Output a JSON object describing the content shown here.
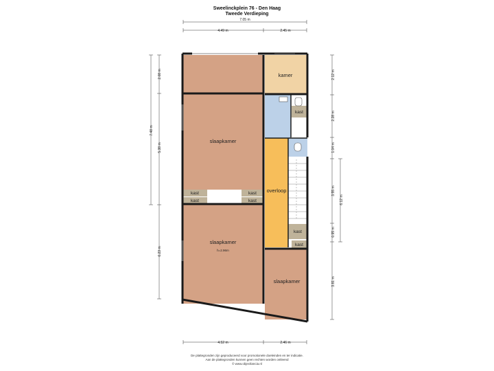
{
  "header": {
    "address": "Sweelinckplein 76 - Den Haag",
    "floor": "Tweede Verdieping"
  },
  "dimensions": {
    "top_total": "7.05 m",
    "top_left": "4.49 m",
    "top_right": "2.45 m",
    "bottom_left": "4.52 m",
    "bottom_right": "2.46 m",
    "left_1": "2.08 m",
    "left_2": "7.48 m",
    "left_3": "5.38 m",
    "left_4": "6.23 m",
    "right_1": "2.12 m",
    "right_2": "2.28 m",
    "right_3": "1.04 m",
    "right_4": "3.55 m",
    "right_5": "6.12 m",
    "right_6": "0.95 m",
    "right_7": "3.81 m"
  },
  "rooms": {
    "kamer": "kamer",
    "slaapkamer_1": "slaapkamer",
    "slaapkamer_2": "slaapkamer",
    "ceiling_height": "h=2.96m",
    "slaapkamer_3": "slaapkamer",
    "overloop": "overloop",
    "kast_bath": "kast",
    "kast_left_1": "kast",
    "kast_left_2": "kast",
    "kast_mid_1": "kast",
    "kast_mid_2": "kast",
    "kast_right_1": "kast",
    "kast_right_2": "kast"
  },
  "colors": {
    "bedroom": "#D4A285",
    "kamer": "#F1D3A5",
    "bathroom": "#BCD1E8",
    "landing": "#F7BE5A",
    "kast": "#BFB39A",
    "wall": "#1a1a1a"
  },
  "footer": {
    "line1": "De plattegronden zijn geproduceerd voor promotionele doeleinden en ter indicatie.",
    "line2": "Aan de plattegronden kunnen geen rechten worden ontleend",
    "line3": "© www.objectlancia.nl"
  }
}
